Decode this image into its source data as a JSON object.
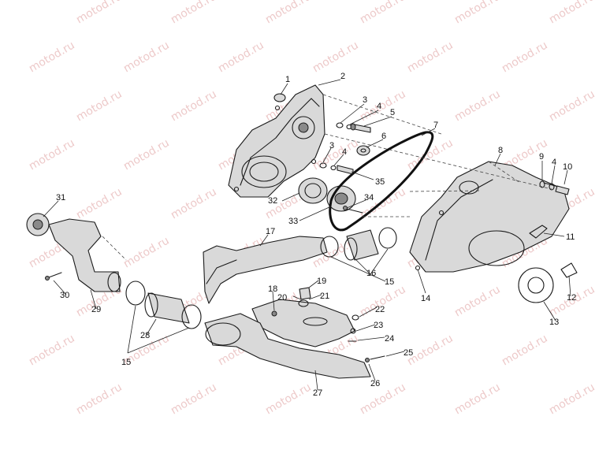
{
  "watermark": {
    "text": "motod.ru",
    "color": "#e7b7b7"
  },
  "callouts": [
    {
      "id": "1",
      "label": "1"
    },
    {
      "id": "2",
      "label": "2"
    },
    {
      "id": "3a",
      "label": "3"
    },
    {
      "id": "4a",
      "label": "4"
    },
    {
      "id": "5",
      "label": "5"
    },
    {
      "id": "6",
      "label": "6"
    },
    {
      "id": "3b",
      "label": "3"
    },
    {
      "id": "4b",
      "label": "4"
    },
    {
      "id": "7",
      "label": "7"
    },
    {
      "id": "8",
      "label": "8"
    },
    {
      "id": "9",
      "label": "9"
    },
    {
      "id": "4c",
      "label": "4"
    },
    {
      "id": "10",
      "label": "10"
    },
    {
      "id": "35",
      "label": "35"
    },
    {
      "id": "34",
      "label": "34"
    },
    {
      "id": "32",
      "label": "32"
    },
    {
      "id": "33",
      "label": "33"
    },
    {
      "id": "31",
      "label": "31"
    },
    {
      "id": "17",
      "label": "17"
    },
    {
      "id": "11",
      "label": "11"
    },
    {
      "id": "16",
      "label": "16"
    },
    {
      "id": "15a",
      "label": "15"
    },
    {
      "id": "12",
      "label": "12"
    },
    {
      "id": "14",
      "label": "14"
    },
    {
      "id": "13",
      "label": "13"
    },
    {
      "id": "30",
      "label": "30"
    },
    {
      "id": "29",
      "label": "29"
    },
    {
      "id": "18",
      "label": "18"
    },
    {
      "id": "19",
      "label": "19"
    },
    {
      "id": "20",
      "label": "20"
    },
    {
      "id": "21",
      "label": "21"
    },
    {
      "id": "22",
      "label": "22"
    },
    {
      "id": "23",
      "label": "23"
    },
    {
      "id": "24",
      "label": "24"
    },
    {
      "id": "25",
      "label": "25"
    },
    {
      "id": "28",
      "label": "28"
    },
    {
      "id": "15b",
      "label": "15"
    },
    {
      "id": "26",
      "label": "26"
    },
    {
      "id": "27",
      "label": "27"
    }
  ]
}
